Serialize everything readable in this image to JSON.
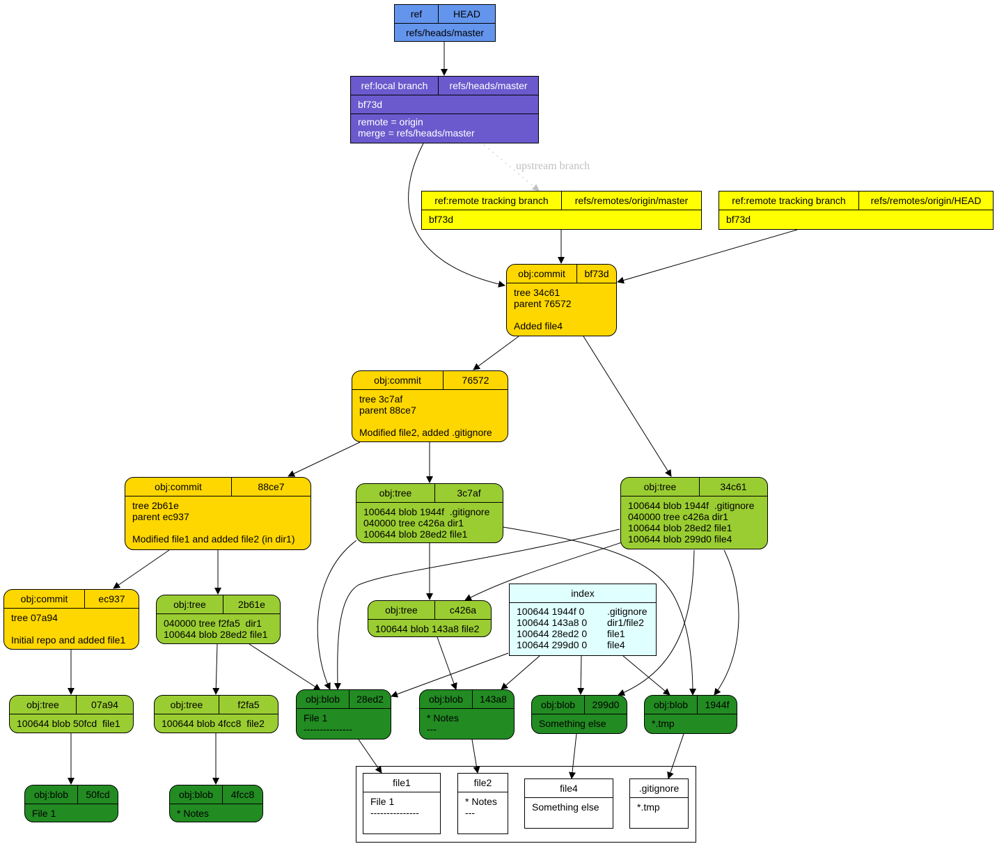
{
  "nodes": {
    "head": {
      "label": "ref",
      "name": "HEAD",
      "body": [
        "refs/heads/master"
      ]
    },
    "local_branch": {
      "label": "ref:local branch",
      "name": "refs/heads/master",
      "body": [
        "bf73d",
        "remote = origin\nmerge = refs/heads/master"
      ]
    },
    "remote_master": {
      "label": "ref:remote tracking branch",
      "name": "refs/remotes/origin/master",
      "body": [
        "bf73d"
      ]
    },
    "remote_head": {
      "label": "ref:remote tracking branch",
      "name": "refs/remotes/origin/HEAD",
      "body": [
        "bf73d"
      ]
    },
    "commit_bf73d": {
      "label": "obj:commit",
      "name": "bf73d",
      "body": [
        "tree 34c61\nparent 76572\n\nAdded file4"
      ]
    },
    "commit_76572": {
      "label": "obj:commit",
      "name": "76572",
      "body": [
        "tree 3c7af\nparent 88ce7\n\nModified file2, added .gitignore"
      ]
    },
    "commit_88ce7": {
      "label": "obj:commit",
      "name": "88ce7",
      "body": [
        "tree 2b61e\nparent ec937\n\nModified file1 and added file2 (in dir1)"
      ]
    },
    "commit_ec937": {
      "label": "obj:commit",
      "name": "ec937",
      "body": [
        "tree 07a94\n\nInitial repo and added file1"
      ]
    },
    "tree_3c7af": {
      "label": "obj:tree",
      "name": "3c7af",
      "body": [
        "100644 blob 1944f  .gitignore\n040000 tree c426a dir1\n100644 blob 28ed2 file1"
      ]
    },
    "tree_34c61": {
      "label": "obj:tree",
      "name": "34c61",
      "body": [
        "100644 blob 1944f  .gitignore\n040000 tree c426a dir1\n100644 blob 28ed2 file1\n100644 blob 299d0 file4"
      ]
    },
    "tree_2b61e": {
      "label": "obj:tree",
      "name": "2b61e",
      "body": [
        "040000 tree f2fa5  dir1\n100644 blob 28ed2 file1"
      ]
    },
    "tree_c426a": {
      "label": "obj:tree",
      "name": "c426a",
      "body": [
        "100644 blob 143a8 file2"
      ]
    },
    "tree_07a94": {
      "label": "obj:tree",
      "name": "07a94",
      "body": [
        "100644 blob 50fcd  file1"
      ]
    },
    "tree_f2fa5": {
      "label": "obj:tree",
      "name": "f2fa5",
      "body": [
        "100644 blob 4fcc8  file2"
      ]
    },
    "blob_28ed2": {
      "label": "obj:blob",
      "name": "28ed2",
      "body": [
        "File 1\n---------------"
      ]
    },
    "blob_143a8": {
      "label": "obj:blob",
      "name": "143a8",
      "body": [
        "* Notes\n---"
      ]
    },
    "blob_299d0": {
      "label": "obj:blob",
      "name": "299d0",
      "body": [
        "Something else"
      ]
    },
    "blob_1944f": {
      "label": "obj:blob",
      "name": "1944f",
      "body": [
        "*.tmp"
      ]
    },
    "blob_50fcd": {
      "label": "obj:blob",
      "name": "50fcd",
      "body": [
        "File 1"
      ]
    },
    "blob_4fcc8": {
      "label": "obj:blob",
      "name": "4fcc8",
      "body": [
        "* Notes"
      ]
    },
    "index": {
      "label": "index",
      "rows": [
        {
          "entry": "100644 1944f 0",
          "path": ".gitignore"
        },
        {
          "entry": "100644 143a8 0",
          "path": "dir1/file2"
        },
        {
          "entry": "100644 28ed2 0",
          "path": "file1"
        },
        {
          "entry": "100644 299d0 0",
          "path": "file4"
        }
      ]
    },
    "file1": {
      "label": "file1",
      "body": [
        "File 1\n---------------"
      ]
    },
    "file2": {
      "label": "file2",
      "body": [
        "* Notes\n---"
      ]
    },
    "file4": {
      "label": "file4",
      "body": [
        "Something else"
      ]
    },
    "gitignore": {
      "label": ".gitignore",
      "body": [
        "*.tmp"
      ]
    }
  },
  "edge_labels": {
    "upstream": "upstream branch"
  },
  "colors": {
    "ref": "#6495ed",
    "local_branch": "#6a5acd",
    "remote_branch": "#ffff00",
    "commit": "#ffd700",
    "tree": "#9acd32",
    "blob": "#228b22",
    "index": "#e0ffff",
    "file": "#ffffff",
    "upstream_edge": "#c0c0c0"
  }
}
